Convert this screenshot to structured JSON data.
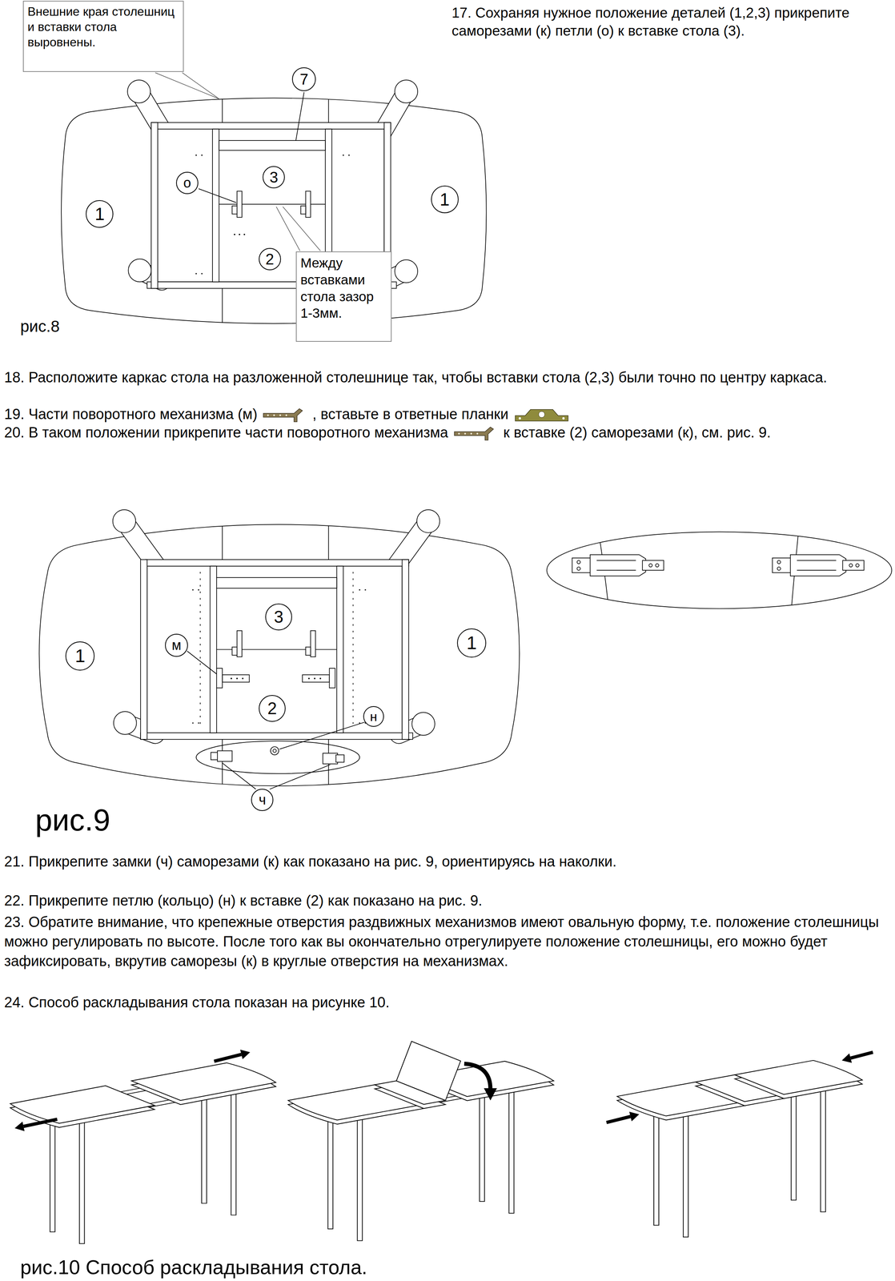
{
  "diagram": {
    "nodes": [
      {
        "text": [
          "Внешние края столешниц и вставки стола выровнены."
        ]
      },
      {
        "text": [
          "7"
        ]
      },
      {
        "text": [
          "о"
        ]
      },
      {
        "text": [
          "3"
        ]
      },
      {
        "text": [
          "1"
        ]
      },
      {
        "text": [
          "1"
        ]
      },
      {
        "text": [
          "2"
        ]
      },
      {
        "text": [
          "Между вставками стола зазор 1-3мм."
        ]
      },
      {
        "text": [
          "3"
        ]
      },
      {
        "text": [
          "м"
        ]
      },
      {
        "text": [
          "1"
        ]
      },
      {
        "text": [
          "1"
        ]
      },
      {
        "text": [
          "2"
        ]
      },
      {
        "text": [
          "н"
        ]
      },
      {
        "text": [
          "ч"
        ]
      }
    ],
    "labels": [
      "17. Сохраняя нужное положение деталей (1,2,3) прикрепите саморезами (к) петли (о) к вставке стола (3).",
      "рис.8",
      "18. Расположите каркас стола на разложенной столешнице так, чтобы вставки стола (2,3) были точно по центру каркаса.",
      "19. Части поворотного механизма (м)",
      ", вставьте в ответные планки",
      "20. В таком положении прикрепите части поворотного механизма",
      "к вставке (2) саморезами (к), см. рис. 9.",
      "рис.9",
      "21. Прикрепите замки (ч) саморезами (к) как показано на рис. 9, ориентируясь на наколки.",
      "22. Прикрепите петлю (кольцо) (н) к вставке (2) как показано на рис. 9.",
      "23. Обратите внимание, что крепежные отверстия раздвижных механизмов имеют овальную форму, т.е. положение столешницы можно регулировать по высоте. После того как вы окончательно отрегулируете положение столешницы, его можно будет зафиксировать, вкрутив саморезы (к) в круглые отверстия на механизмах.",
      "24. Способ раскладывания стола показан на рисунке 10.",
      "рис.10 Способ раскладывания стола."
    ]
  }
}
